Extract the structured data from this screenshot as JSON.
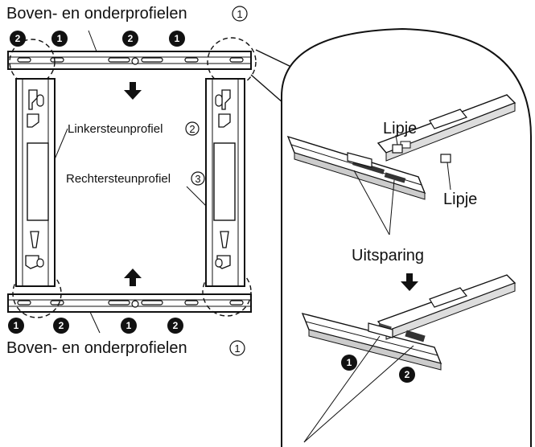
{
  "labels": {
    "top_title": "Boven- en onderprofielen",
    "bottom_title": "Boven- en onderprofielen",
    "left_profile": "Linkersteunprofiel",
    "right_profile": "Rechtersteunprofiel",
    "tab_1": "Lipje",
    "tab_2": "Lipje",
    "cutout": "Uitsparing"
  },
  "circled_numbers": {
    "top_profiles": "1",
    "bottom_profiles": "1",
    "left_profile": "2",
    "right_profile": "3"
  },
  "badges": {
    "top": [
      "2",
      "1",
      "2",
      "1"
    ],
    "bottom": [
      "1",
      "2",
      "1",
      "2"
    ],
    "detail": [
      "1",
      "2"
    ]
  }
}
